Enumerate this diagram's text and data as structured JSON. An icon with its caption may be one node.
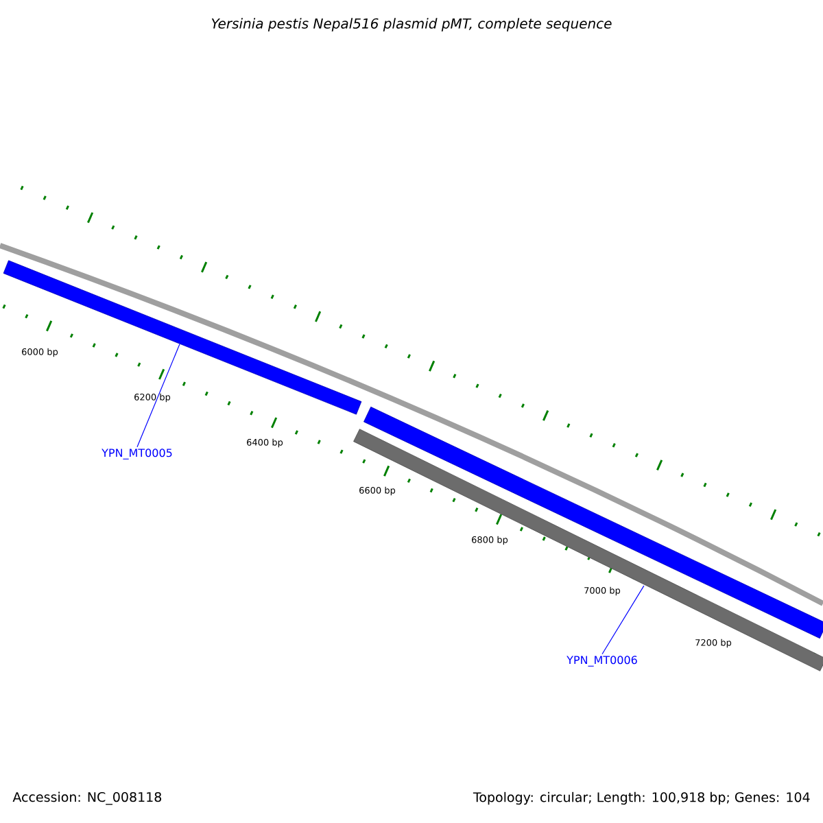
{
  "diagram": {
    "title": "Yersinia pestis Nepal516 plasmid pMT, complete sequence",
    "nodes": [
      {
        "text": [
          "YPN_MT0005"
        ]
      },
      {
        "text": [],
        "shape": "bar"
      },
      {
        "text": [
          "YPN_MT0006"
        ]
      },
      {
        "text": [],
        "shape": "bar"
      },
      {
        "text": [],
        "shape": "bar"
      }
    ],
    "edges": [
      {
        "from": 0,
        "to": 1,
        "arrow": "none"
      },
      {
        "from": 2,
        "to": 4,
        "arrow": "none"
      }
    ],
    "labels": [
      "6000 bp",
      "6200 bp",
      "6400 bp",
      "6600 bp",
      "6800 bp",
      "7000 bp",
      "7200 bp",
      "Accession: NC_008118",
      "Topology: circular; Length: 100,918 bp; Genes: 104"
    ]
  }
}
